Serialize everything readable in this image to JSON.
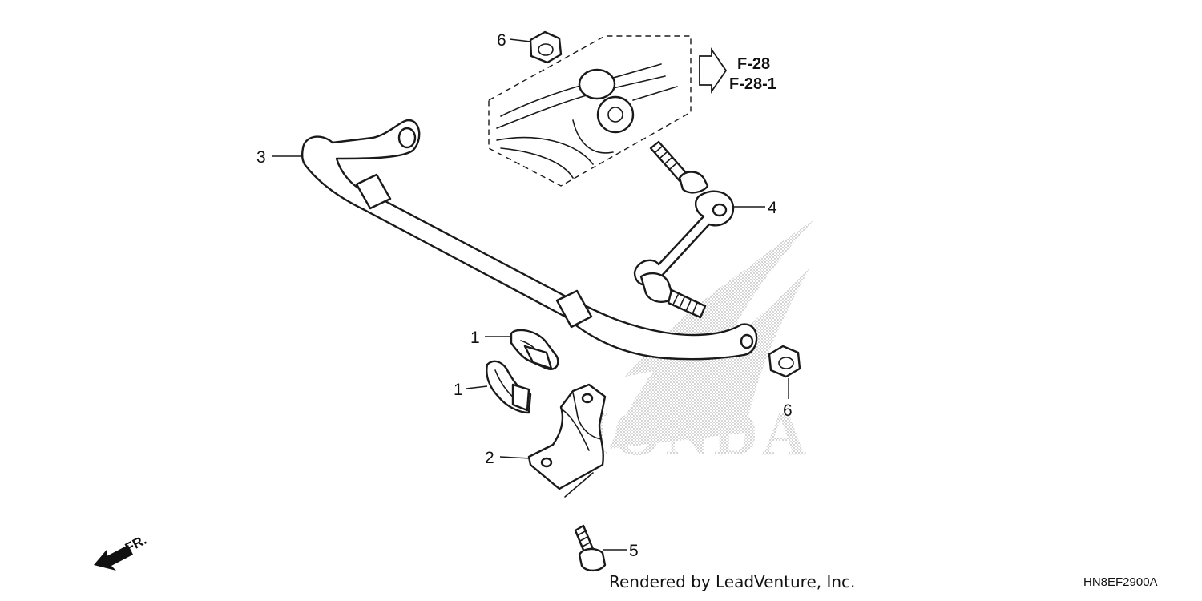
{
  "callouts": {
    "c1a": "1",
    "c1b": "1",
    "c2": "2",
    "c3": "3",
    "c4": "4",
    "c5": "5",
    "c6a": "6",
    "c6b": "6"
  },
  "refs": {
    "ref1": "F-28",
    "ref2": "F-28-1"
  },
  "direction": "FR.",
  "watermark": "HONDA",
  "credit": "Rendered by LeadVenture, Inc.",
  "diagram_code": "HN8EF2900A",
  "colors": {
    "line": "#1a1a1a",
    "watermark": "#c8c8c8"
  }
}
